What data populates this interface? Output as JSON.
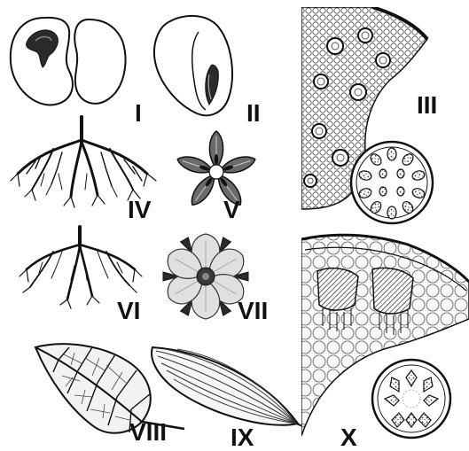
{
  "labels": {
    "seed_dicot": "I",
    "seed_monocot": "II",
    "stem_section_monocot": "III",
    "root_taproot": "IV",
    "flower_five_petal": "V",
    "root_fibrous": "VI",
    "flower_six_petal": "VII",
    "leaf_reticulate": "VIII",
    "leaf_parallel": "IX",
    "stem_section_dicot": "X"
  },
  "colors": {
    "ink": "#111111",
    "paper": "#ffffff",
    "shade_dark": "#3a3a3a",
    "shade_mid": "#7a7a7a",
    "shade_light": "#cfcfcf"
  }
}
